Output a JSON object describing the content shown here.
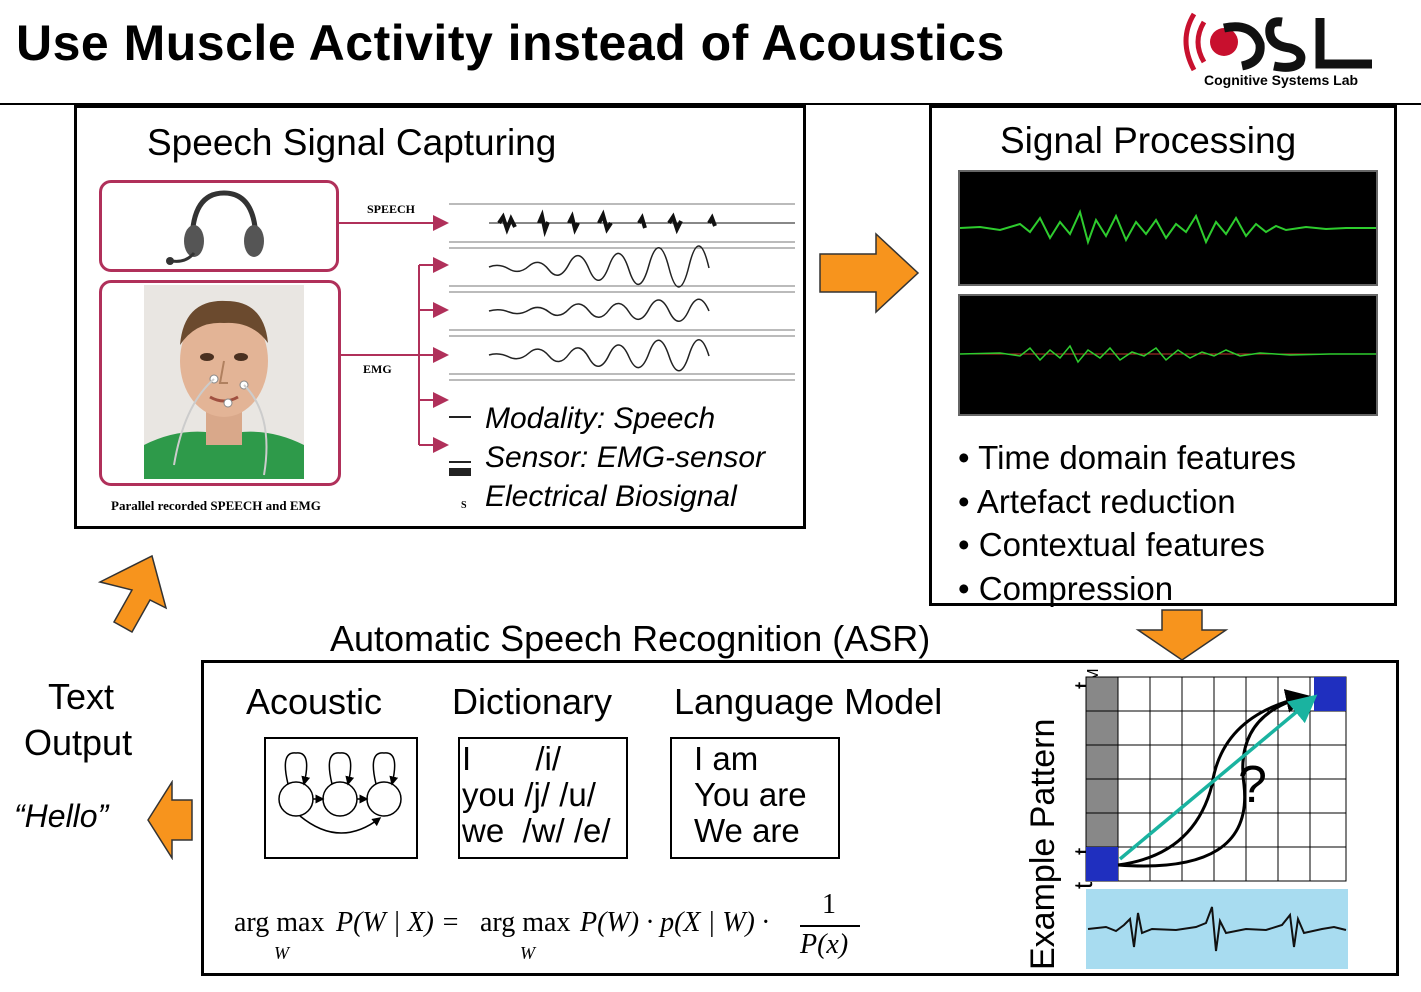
{
  "title": "Use Muscle Activity instead of Acoustics",
  "logo": {
    "text": "CSL",
    "subtitle": "Cognitive Systems Lab"
  },
  "capture": {
    "heading": "Speech Signal Capturing",
    "speech_label": "SPEECH",
    "emg_label": "EMG",
    "caption": "Parallel recorded SPEECH and EMG",
    "s_label": "S",
    "modality": "Modality: Speech",
    "sensor": "Sensor: EMG-sensor",
    "biosignal": "Electrical Biosignal"
  },
  "processing": {
    "heading": "Signal Processing",
    "bullets": [
      "Time domain features",
      "Artefact reduction",
      "Contextual features",
      "Compression"
    ]
  },
  "asr": {
    "heading": "Automatic Speech Recognition (ASR)",
    "acoustic": "Acoustic",
    "dictionary": "Dictionary",
    "language_model": "Language Model",
    "dict_lines": [
      "I       /i/",
      "you /j/ /u/",
      "we  /w/ /e/"
    ],
    "lm_lines": [
      "I am",
      "You are",
      "We are"
    ],
    "formula": {
      "argmax": "arg max",
      "sub": "W",
      "left": "P(W | X) =",
      "right": "P(W) · p(X | W) ·",
      "num": "1",
      "den": "P(x)"
    },
    "example_label": "Example Pattern",
    "t1": "t",
    "t1_sub": "1",
    "t2": "t",
    "t2_sub": "2",
    "tm": "t",
    "tm_sub": "M",
    "question": "?"
  },
  "output": {
    "line1": "Text",
    "line2": "Output",
    "example": "“Hello”"
  },
  "colors": {
    "arrow": "#F7941D",
    "accent": "#b0305a",
    "grid_blue": "#1f2fbf",
    "teal": "#1ab3a0",
    "scope_green": "#2ecc2e"
  }
}
